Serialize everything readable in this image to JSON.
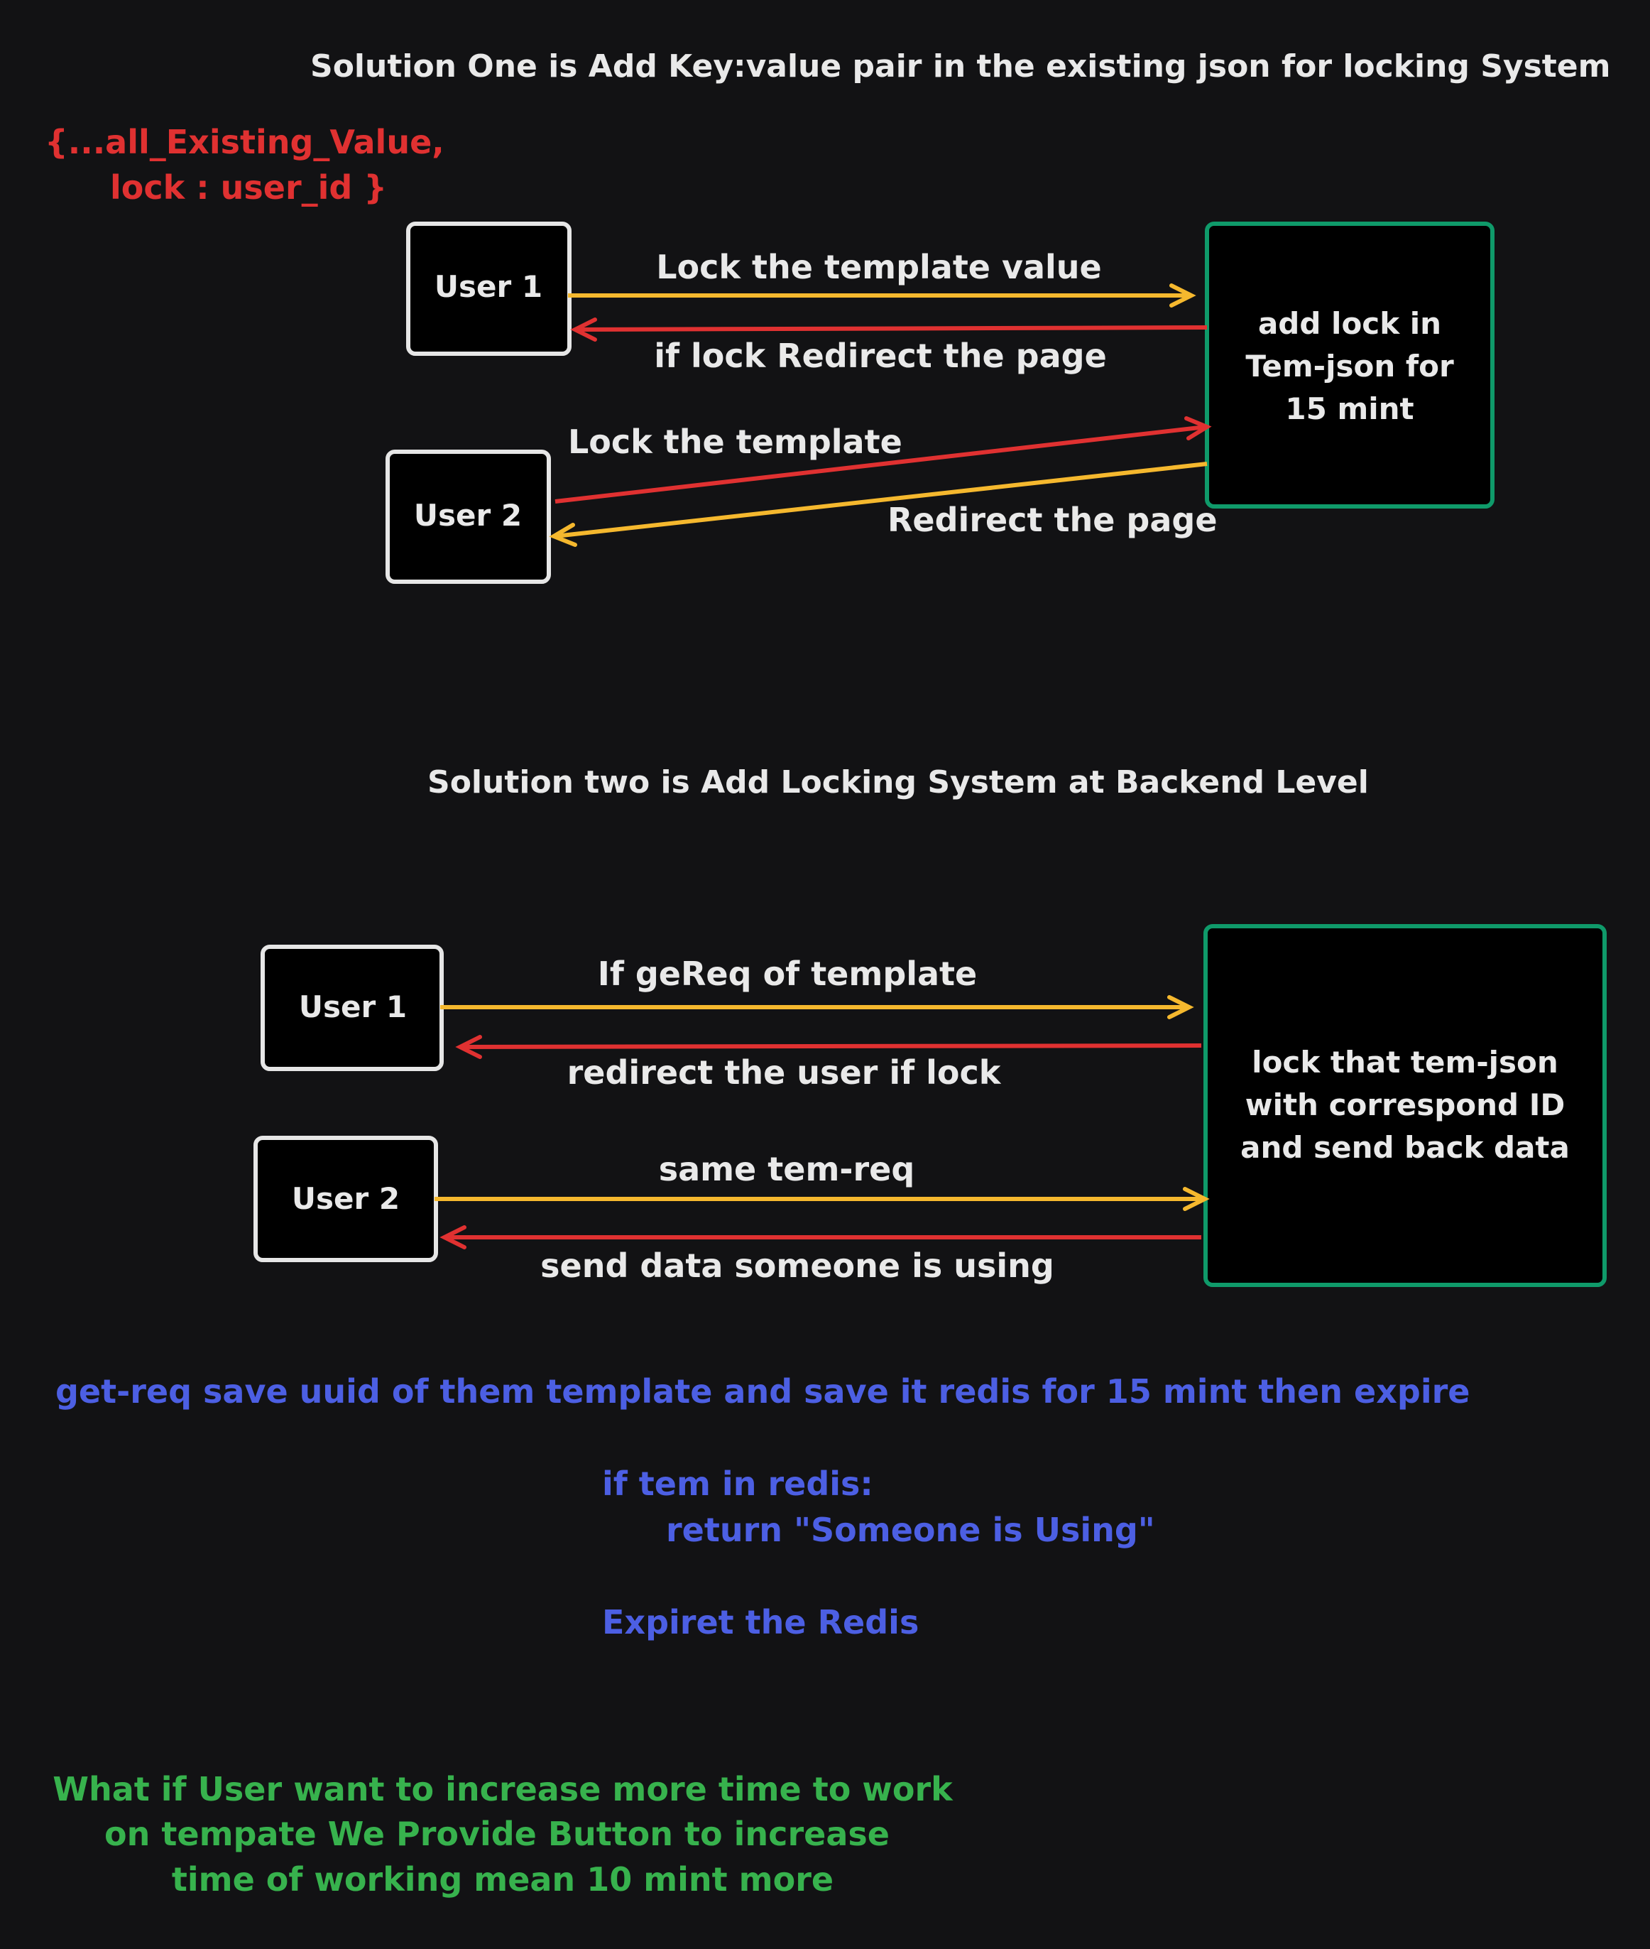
{
  "colors": {
    "background": "#121214",
    "text_white": "#e9e9e9",
    "red": "#e03131",
    "yellow": "#f5b82e",
    "green_border": "#0f9a6a",
    "blue_text": "#4c5fe3",
    "green_text": "#37b24d"
  },
  "solution_one": {
    "title": "Solution One is Add Key:value pair in the existing json for locking System",
    "code_line_1": "{...all_Existing_Value,",
    "code_line_2": "lock : user_id }",
    "user1_label": "User 1",
    "user2_label": "User 2",
    "server_lines": [
      "add lock in",
      "Tem-json for",
      "15 mint"
    ],
    "arrow_user1_request": "Lock the template value",
    "arrow_user1_response": "if lock Redirect the page",
    "arrow_user2_request": "Lock the template",
    "arrow_user2_response": "Redirect the page"
  },
  "solution_two": {
    "title": "Solution two is Add Locking System at Backend Level",
    "user1_label": "User 1",
    "user2_label": "User 2",
    "server_lines": [
      "lock that tem-json",
      "with correspond ID",
      "and send back data"
    ],
    "arrow_user1_request": "If geReq of template",
    "arrow_user1_response": "redirect the user if lock",
    "arrow_user2_request": "same tem-req",
    "arrow_user2_response": "send data someone is using"
  },
  "redis_notes": {
    "line_1": "get-req save uuid of them template and save it redis for 15 mint then expire",
    "line_2": "if tem in redis:",
    "line_3": "return \"Someone is Using\"",
    "line_4": "Expiret the Redis"
  },
  "extension_note": {
    "lines": [
      "What if User want to increase more time to work",
      "on tempate We Provide Button to increase",
      "time of working mean 10 mint more"
    ]
  }
}
